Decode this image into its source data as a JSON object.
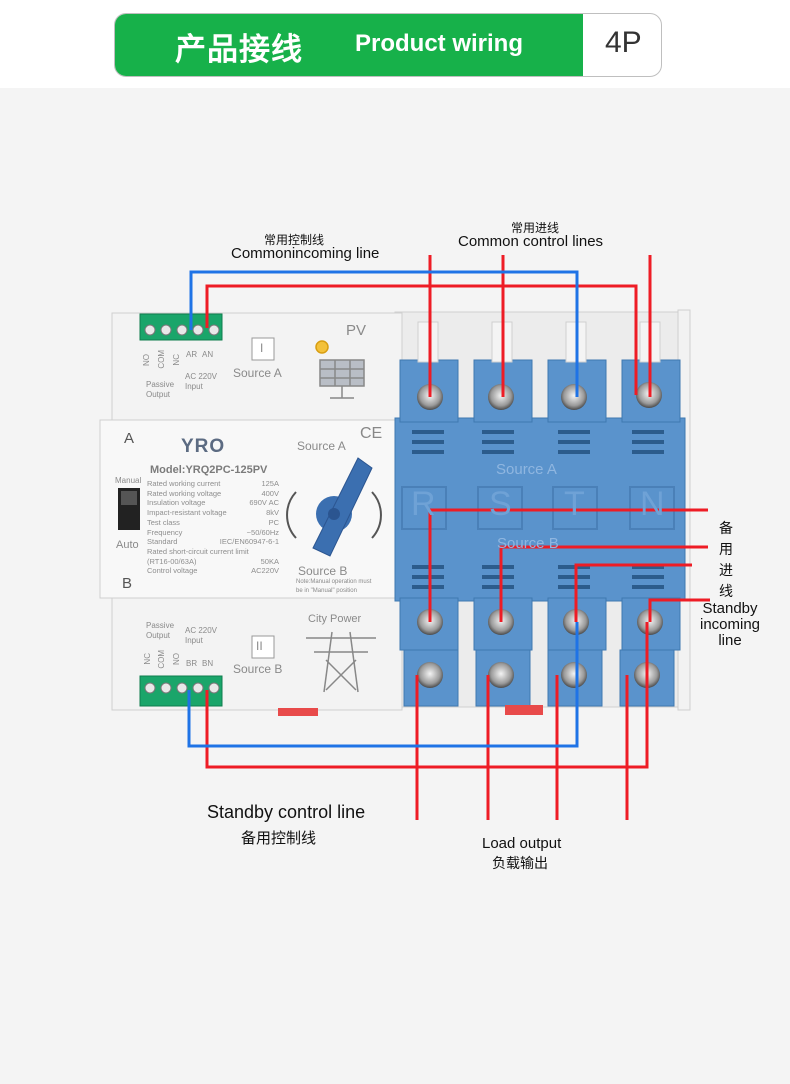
{
  "header": {
    "title_cn": "产品接线",
    "title_en": "Product wiring",
    "variant": "4P",
    "accent": "#17b14a"
  },
  "labels": {
    "common_control_cn": "常用控制线",
    "common_control_en": "Commonincoming line",
    "common_incoming_cn": "常用进线",
    "common_incoming_en": "Common control lines",
    "standby_incoming_cn": [
      "备",
      "用",
      "进",
      "线"
    ],
    "standby_incoming_en": [
      "Standby",
      "incoming",
      "line"
    ],
    "standby_control_en": "Standby control line",
    "standby_control_cn": "备用控制线",
    "load_output_en": "Load output",
    "load_output_cn": "负载输出"
  },
  "device": {
    "brand": "YRO",
    "model": "Model:YRQ2PC-125PV",
    "switch_a": "A",
    "switch_b": "B",
    "manual": "Manual",
    "auto": "Auto",
    "source_a": "Source A",
    "source_b": "Source B",
    "ce": "CE",
    "pv": "PV",
    "city_power": "City Power",
    "source_a_mark": "I",
    "source_b_mark": "II",
    "note": [
      "Note:Manual operation must",
      "be in \"Manual\" position"
    ],
    "top_terminals": [
      "NO",
      "COM",
      "NC",
      "AR",
      "AN"
    ],
    "top_terminal_info": [
      "AC 220V",
      "Input"
    ],
    "top_passive": [
      "Passive",
      "Output"
    ],
    "bottom_passive": [
      "Passive",
      "Output"
    ],
    "bottom_terminal_info": [
      "AC 220V",
      "Input"
    ],
    "bottom_terminals": [
      "NC",
      "COM",
      "NO",
      "BR",
      "BN"
    ],
    "specs": [
      [
        "Rated working current",
        "125A"
      ],
      [
        "Rated working voltage",
        "400V"
      ],
      [
        "Insulation voltage",
        "690V AC"
      ],
      [
        "Impact-resistant voltage",
        "8kV"
      ],
      [
        "Test class",
        "PC"
      ],
      [
        "Frequency",
        "~50/60Hz"
      ],
      [
        "Standard",
        "IEC/EN60947-6-1"
      ],
      [
        "Rated short-circuit current limit",
        ""
      ],
      [
        "(RT16-00/63A)",
        "50KA"
      ],
      [
        "Control voltage",
        "AC220V"
      ]
    ],
    "phases": [
      "R",
      "S",
      "T",
      "N"
    ],
    "panel_source_a": "Source A",
    "panel_source_b": "Source B"
  },
  "colors": {
    "wire_red": "#ee1c25",
    "wire_blue": "#1f73e6",
    "panel_blue": "#5a93cc",
    "terminal_green": "#1aa56a"
  }
}
